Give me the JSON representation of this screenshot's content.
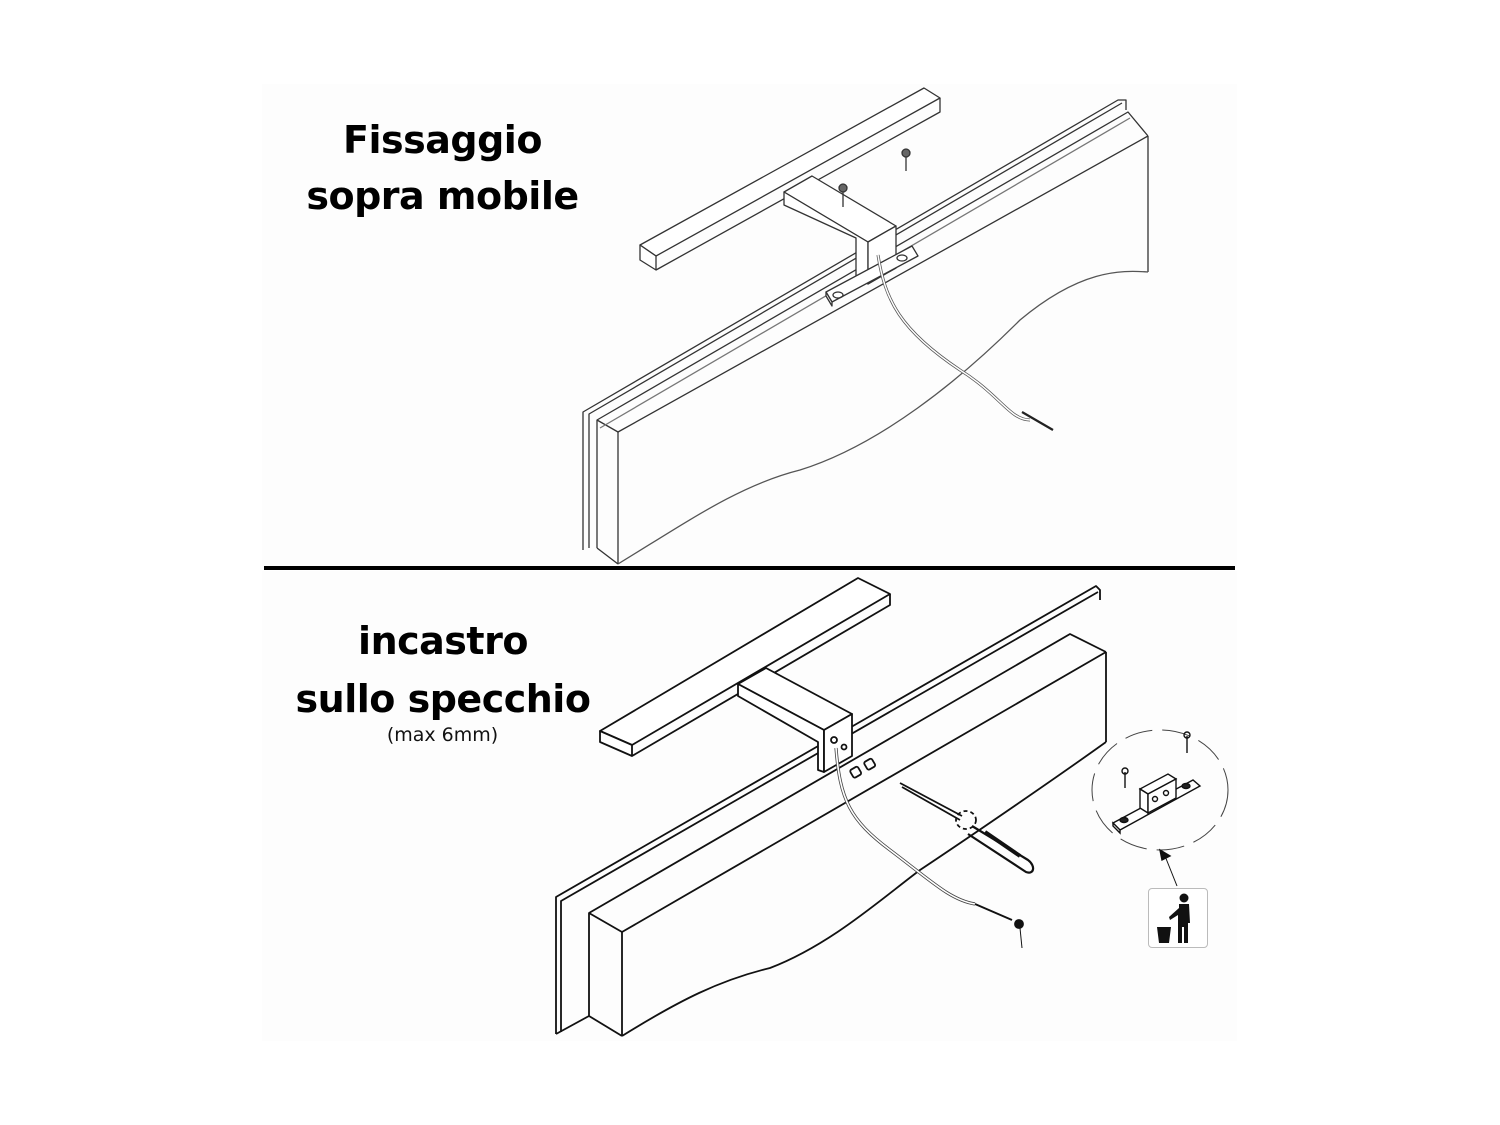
{
  "sections": [
    {
      "id": "top",
      "title_line1": "Fissaggio",
      "title_line2": "sopra mobile",
      "illustration": "lamp-mounted-on-cabinet-with-bracket-and-screws"
    },
    {
      "id": "bottom",
      "title_line1": "incastro",
      "title_line2": "sullo specchio",
      "subtitle": "(max 6mm)",
      "illustration": "lamp-clamped-on-mirror-with-screwdriver",
      "inset": {
        "illustration": "mounting-bracket-detail-discard",
        "icon": "trash-bin-person-icon"
      }
    }
  ],
  "colors": {
    "line": "#222222",
    "thin_line": "#555555",
    "divider": "#000000",
    "background": "#ffffff"
  }
}
